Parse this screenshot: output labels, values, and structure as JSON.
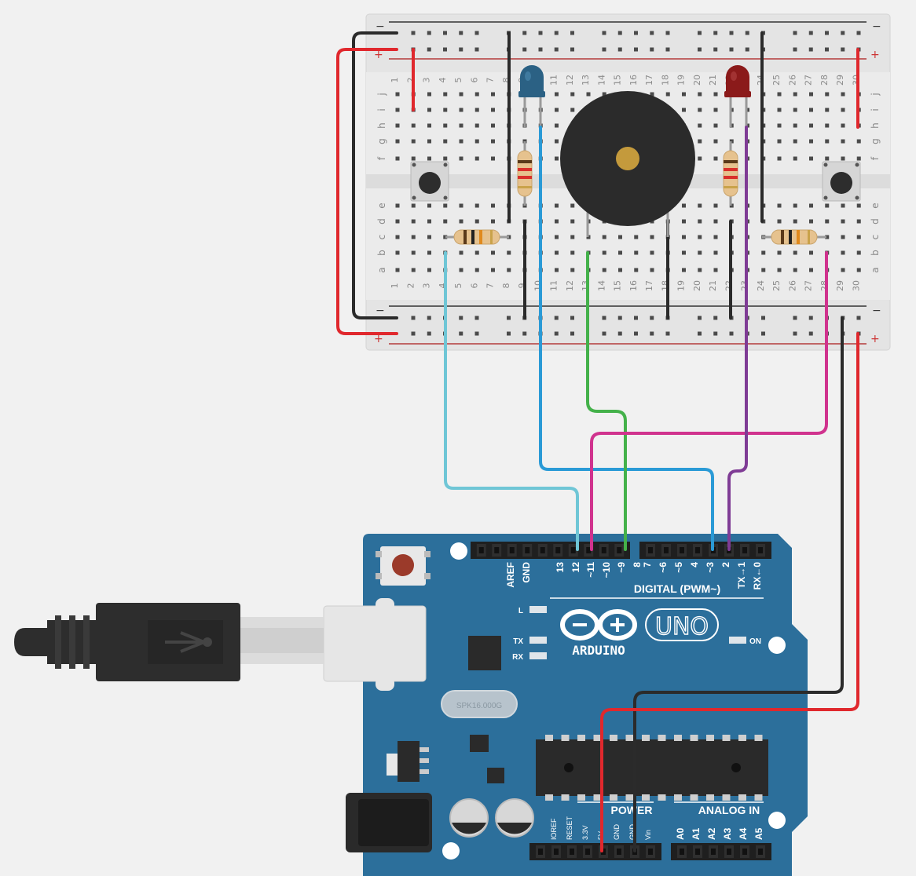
{
  "breadboard": {
    "columns": [
      "1",
      "2",
      "3",
      "4",
      "5",
      "6",
      "7",
      "8",
      "9",
      "10",
      "11",
      "12",
      "13",
      "14",
      "15",
      "16",
      "17",
      "18",
      "19",
      "20",
      "21",
      "22",
      "23",
      "24",
      "25",
      "26",
      "27",
      "28",
      "29",
      "30"
    ],
    "rows_top": [
      "j",
      "i",
      "h",
      "g",
      "f"
    ],
    "rows_bottom": [
      "e",
      "d",
      "c",
      "b",
      "a"
    ],
    "rail_minus": "−",
    "rail_plus": "+"
  },
  "arduino": {
    "brand": "ARDUINO",
    "model": "UNO",
    "digital_header_label": "DIGITAL (PWM~)",
    "digital_pins": [
      "AREF",
      "GND",
      "13",
      "12",
      "~11",
      "~10",
      "~9",
      "8",
      "7",
      "~6",
      "~5",
      "4",
      "~3",
      "2",
      "TX→1",
      "RX←0"
    ],
    "power_section_label": "POWER",
    "power_pins": [
      "IOREF",
      "RESET",
      "3.3V",
      "5V",
      "GND",
      "GND",
      "Vin"
    ],
    "analog_section_label": "ANALOG IN",
    "analog_pins": [
      "A0",
      "A1",
      "A2",
      "A3",
      "A4",
      "A5"
    ],
    "led_labels": [
      "L",
      "TX",
      "RX"
    ],
    "on_label": "ON",
    "crystal_label": "SPK16.000G"
  },
  "colors": {
    "board_blue": "#2c6f9b",
    "wire_red": "#e0282d",
    "wire_black": "#2b2b2b",
    "wire_cyan": "#6fc6d6",
    "wire_blue": "#2a9ad6",
    "wire_green": "#44b14a",
    "wire_magenta": "#d0338e",
    "wire_purple": "#7f3c95",
    "led_blue": "#2b6184",
    "led_red": "#8b1a1a"
  }
}
